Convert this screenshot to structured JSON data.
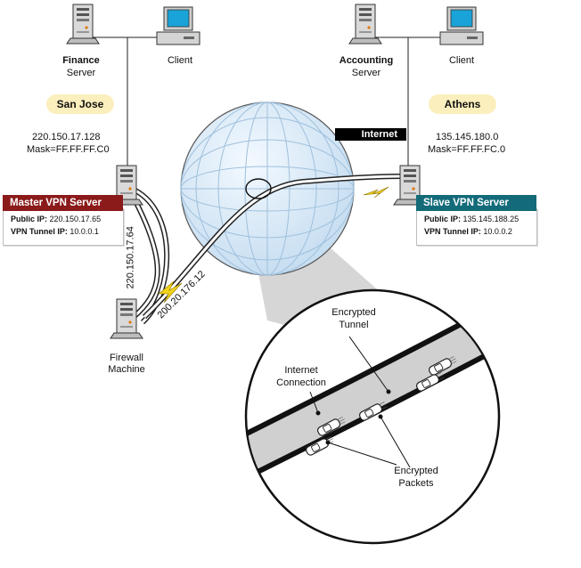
{
  "nodes": {
    "finance_server": {
      "line1": "Finance",
      "line2": "Server"
    },
    "client_left": {
      "label": "Client"
    },
    "accounting_server": {
      "line1": "Accounting",
      "line2": "Server"
    },
    "client_right": {
      "label": "Client"
    },
    "firewall": {
      "line1": "Firewall",
      "line2": "Machine"
    }
  },
  "sites": {
    "left": {
      "name": "San Jose",
      "network": "220.150.17.128",
      "mask": "Mask=FF.FF.FF.C0"
    },
    "right": {
      "name": "Athens",
      "network": "135.145.180.0",
      "mask": "Mask=FF.FF.FC.0"
    }
  },
  "master_vpn": {
    "title": "Master VPN Server",
    "public_ip_label": "Public IP:",
    "public_ip": "220.150.17.65",
    "tunnel_ip_label": "VPN Tunnel IP:",
    "tunnel_ip": "10.0.0.1",
    "color": "#8b1a1a"
  },
  "slave_vpn": {
    "title": "Slave VPN Server",
    "public_ip_label": "Public IP:",
    "public_ip": "135.145.188.25",
    "tunnel_ip_label": "VPN Tunnel IP:",
    "tunnel_ip": "10.0.0.2",
    "color": "#136b7a"
  },
  "internet": {
    "label": "Internet"
  },
  "links": {
    "master_to_firewall": "220.150.17.64",
    "firewall_to_internet": "200.20.176.12"
  },
  "detail": {
    "encrypted_tunnel": {
      "line1": "Encrypted",
      "line2": "Tunnel"
    },
    "internet_connection": {
      "line1": "Internet",
      "line2": "Connection"
    },
    "encrypted_packets": {
      "line1": "Encrypted",
      "line2": "Packets"
    }
  },
  "colors": {
    "globe": "#dcecf8",
    "grid": "#9fc0dc",
    "pill": "#fbefbd",
    "bolt": "#f2d21b"
  }
}
